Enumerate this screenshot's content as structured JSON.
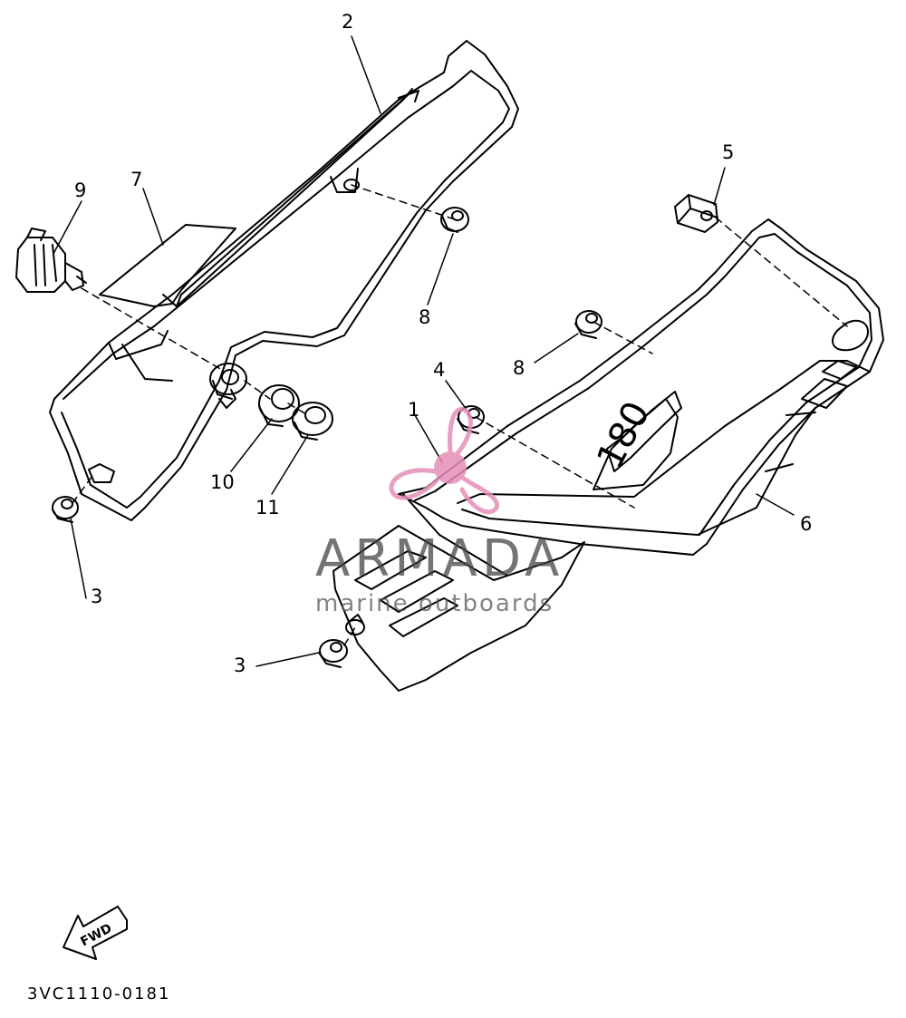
{
  "callouts": {
    "c1": "1",
    "c2": "2",
    "c3a": "3",
    "c3b": "3",
    "c4": "4",
    "c5": "5",
    "c6": "6",
    "c7": "7",
    "c8a": "8",
    "c8b": "8",
    "c9": "9",
    "c10": "10",
    "c11": "11"
  },
  "fwd_label": "FWD",
  "badge_text": "180",
  "drawing_code": "3VC1110-0181",
  "watermark": {
    "title": "ARMADA",
    "subtitle": "marine outboards",
    "color": "#e58fb8"
  }
}
